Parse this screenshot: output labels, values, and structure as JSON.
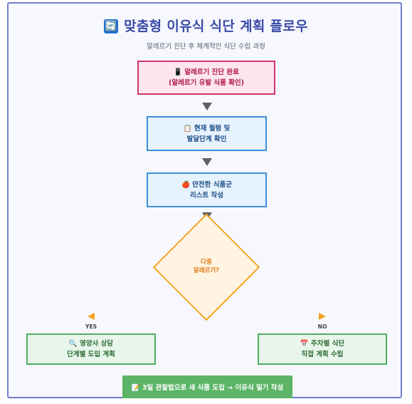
{
  "title": {
    "icon": "🔄",
    "text": "맞춤형 이유식 식단 계획 플로우"
  },
  "subtitle": "알레르기 진단 후 체계적인 식단 수립 과정",
  "nodes": {
    "start": "📱 알레르기 진단 완료\n(알레르기 유발 식품 확인)",
    "age_check": "📋 현재 월령 및\n발달단계 확인",
    "safe_list": "🍎 안전한 식품군\n리스트 작성",
    "decision": "다중\n알레르기?",
    "yes_action": "🔍 영양사 상담\n단계별 도입 계획",
    "no_action": "📅 주차별 식단\n직접 계획 수립",
    "final": "📝 3일 관찰법으로 새 식품 도입 → 이유식 일기 작성"
  },
  "branch_labels": {
    "yes": "YES",
    "no": "NO"
  },
  "colors": {
    "start_border": "#d2336c",
    "process_border": "#3a8fd8",
    "decision_border": "#f5a623",
    "outcome_border": "#4fae62",
    "final_fill": "#5cb466",
    "title": "#3b4aa8"
  }
}
